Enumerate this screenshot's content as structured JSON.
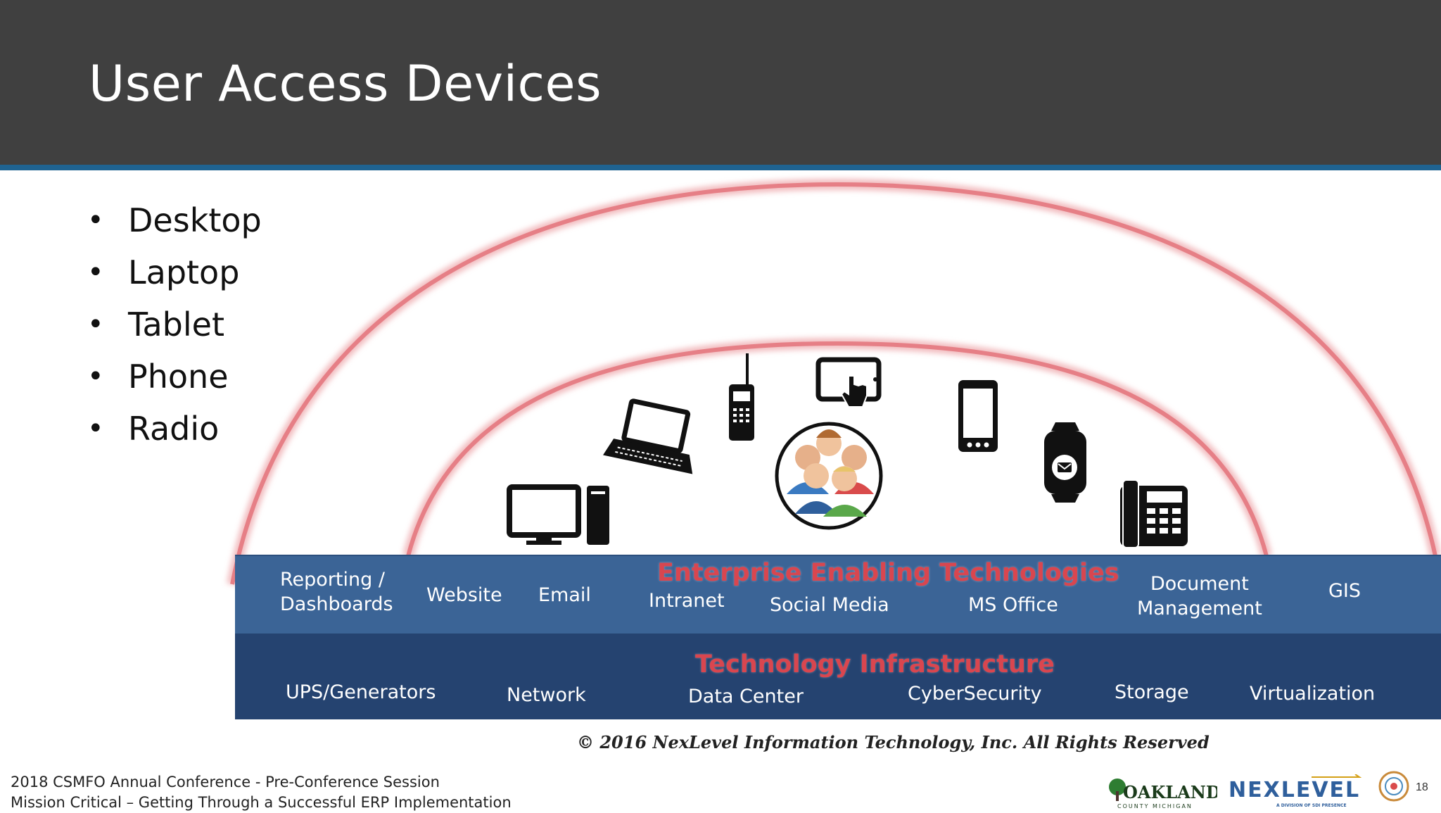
{
  "slide": {
    "title": "User Access Devices",
    "bullets": [
      "Desktop",
      "Laptop",
      "Tablet",
      "Phone",
      "Radio"
    ]
  },
  "enterprise_band": {
    "title": "Enterprise Enabling Technologies",
    "items": [
      {
        "label": "Reporting /\nDashboards"
      },
      {
        "label": "Website"
      },
      {
        "label": "Email"
      },
      {
        "label": "Intranet"
      },
      {
        "label": "Social Media"
      },
      {
        "label": "MS Office"
      },
      {
        "label": "Document\nManagement"
      },
      {
        "label": "GIS"
      }
    ]
  },
  "infrastructure_band": {
    "title": "Technology Infrastructure",
    "items": [
      {
        "label": "UPS/Generators"
      },
      {
        "label": "Network"
      },
      {
        "label": "Data Center"
      },
      {
        "label": "CyberSecurity"
      },
      {
        "label": "Storage"
      },
      {
        "label": "Virtualization"
      }
    ]
  },
  "copyright": "© 2016 NexLevel Information Technology, Inc. All Rights Reserved",
  "footer": {
    "line1": "2018 CSMFO Annual Conference - Pre-Conference Session",
    "line2": "Mission Critical – Getting Through a Successful ERP Implementation"
  },
  "slide_number": "18",
  "logos": {
    "oakland": "OAKLAND",
    "oakland_sub": "COUNTY MICHIGAN",
    "nexlevel": "NEXLEVEL",
    "nexlevel_sub": "A DIVISION OF SDI PRESENCE"
  },
  "icons": [
    "desktop-icon",
    "laptop-icon",
    "radio-icon",
    "tablet-icon",
    "users-icon",
    "phone-icon",
    "smartwatch-icon",
    "desk-phone-icon"
  ],
  "colors": {
    "header": "#404040",
    "header_rule": "#1f6391",
    "arc": "#e8868c",
    "band_enterprise": "#3b6496",
    "band_infrastructure": "#254370",
    "band_title": "#d9464f"
  }
}
